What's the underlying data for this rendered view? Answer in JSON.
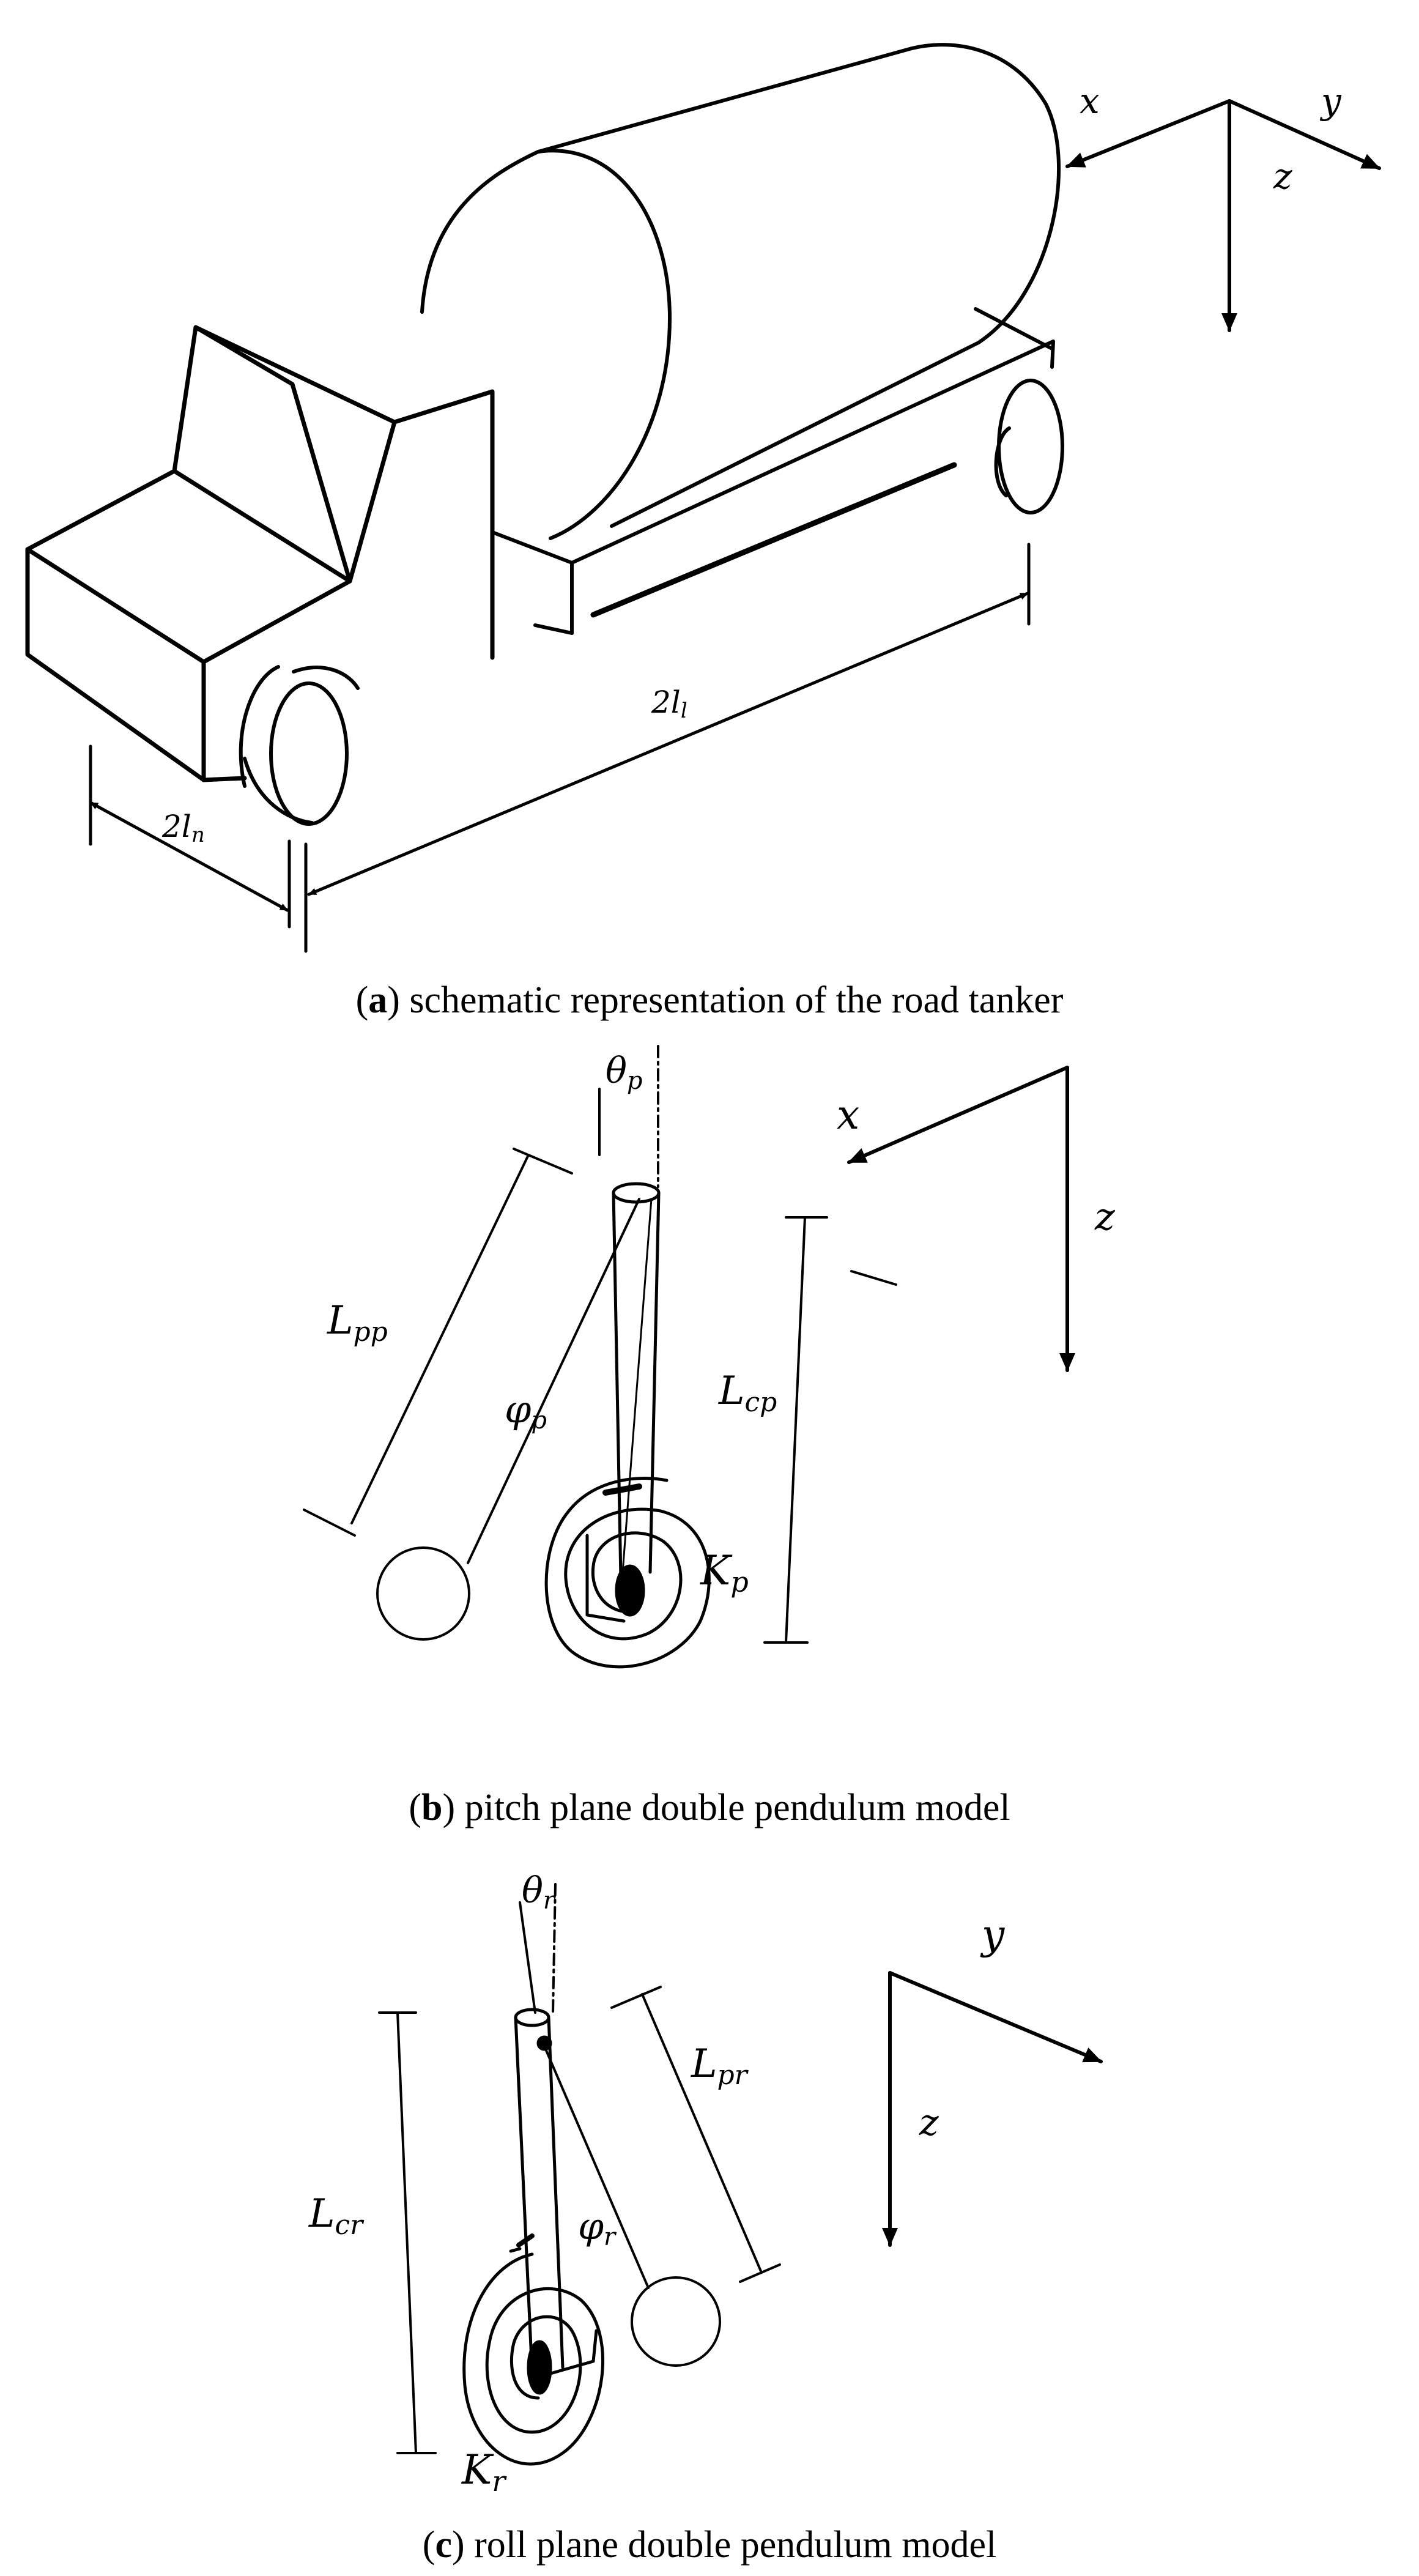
{
  "panel_a": {
    "axis_x": "x",
    "axis_y": "y",
    "axis_z": "z",
    "dim_wheelbase": "2l",
    "dim_wheelbase_sub": "l",
    "dim_front": "2l",
    "dim_front_sub": "n",
    "caption_letter": "a",
    "caption_text": " schematic representation of the road tanker"
  },
  "panel_b": {
    "axis_x": "x",
    "axis_z": "z",
    "theta": "θ",
    "theta_sub": "p",
    "phi": "φ",
    "phi_sub": "p",
    "L_pp": "L",
    "L_pp_sub": "pp",
    "L_cp": "L",
    "L_cp_sub": "cp",
    "K": "K",
    "K_sub": "p",
    "caption_letter": "b",
    "caption_text": " pitch plane double pendulum model"
  },
  "panel_c": {
    "axis_y": "y",
    "axis_z": "z",
    "theta": "θ",
    "theta_sub": "r",
    "phi": "φ",
    "phi_sub": "r",
    "L_pr": "L",
    "L_pr_sub": "pr",
    "L_cr": "L",
    "L_cr_sub": "cr",
    "K": "K",
    "K_sub": "r",
    "caption_letter": "c",
    "caption_text": " roll plane double pendulum model"
  }
}
